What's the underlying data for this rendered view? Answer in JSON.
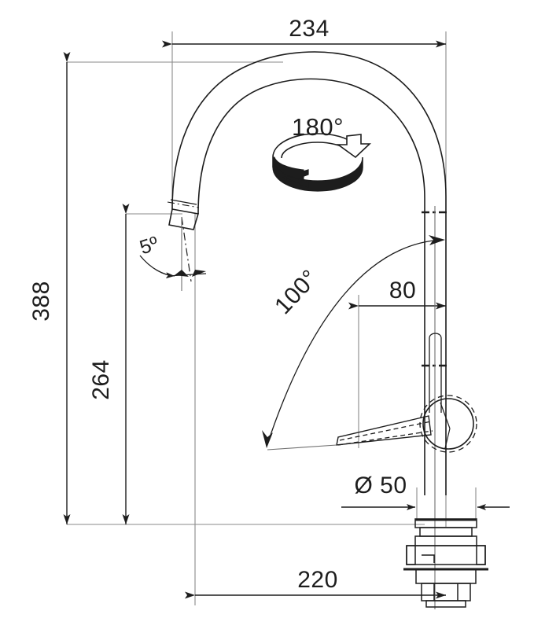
{
  "drawing": {
    "type": "technical-dimension-drawing",
    "subject": "kitchen mixer tap / pull-out gooseneck faucet side elevation",
    "units": "mm",
    "background_color": "#ffffff",
    "line_color": "#1d1d1d",
    "thin_line_color": "#6e6e6e"
  },
  "dimensions": {
    "overall_width": "234",
    "overall_height": "388",
    "spout_height": "264",
    "handle_offset": "80",
    "base_diameter": "Ø 50",
    "reach": "220"
  },
  "annotations": {
    "swivel": "180°",
    "spout_tilt": "5º",
    "handle_sweep": "100°"
  },
  "labels": {
    "width_234": "234",
    "height_388": "388",
    "height_264": "264",
    "offset_80": "80",
    "diameter_50": "Ø 50",
    "reach_220": "220",
    "rotation_180": "180°",
    "angle_5": "5º",
    "angle_100": "100°"
  }
}
